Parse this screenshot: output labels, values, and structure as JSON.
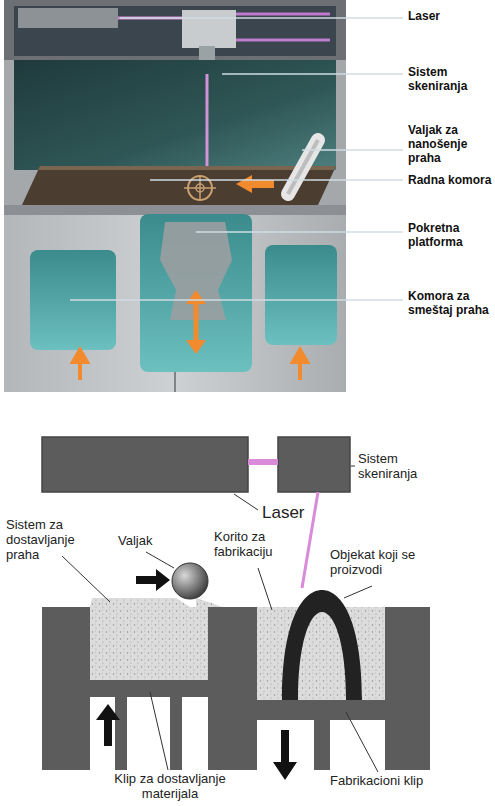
{
  "diagram": {
    "labels": [
      "Laser",
      "Sistem skeniranja",
      "Valjak za nanošenje praha",
      "Radna komora",
      "Pokretna platforma",
      "Komora za smeštaj praha",
      "Sistem skeniranja",
      "Sistem za dostavljanje praha",
      "Valjak",
      "Laser",
      "Korito za fabrikaciju",
      "Objekat koji se proizvodi",
      "Klip za dostavljanje materijala",
      "Fabrikacioni klip"
    ]
  }
}
